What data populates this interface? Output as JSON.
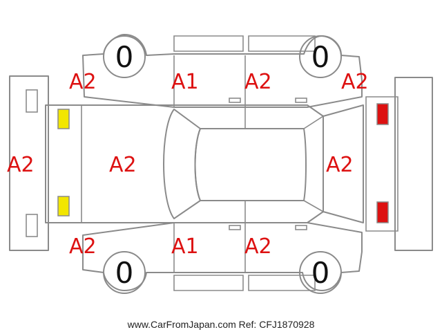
{
  "colors": {
    "outline": "#8a8a8a",
    "damage_text": "#dd1111",
    "front_lamp": "#f2e600",
    "rear_lamp": "#dd1111"
  },
  "tires": {
    "front_left": "0",
    "rear_left": "0",
    "front_right": "0",
    "rear_right": "0"
  },
  "damage": {
    "front_bumper": "A2",
    "hood": "A2",
    "roof": "",
    "trunk": "A2",
    "upper_front_fender": "A2",
    "upper_front_door": "A1",
    "upper_rear_door": "A2",
    "upper_rear_quarter": "A2",
    "lower_front_fender": "A2",
    "lower_front_door": "A1",
    "lower_rear_door": "A2"
  },
  "watermark": "www.CarFromJapan.com Ref: CFJ1870928"
}
